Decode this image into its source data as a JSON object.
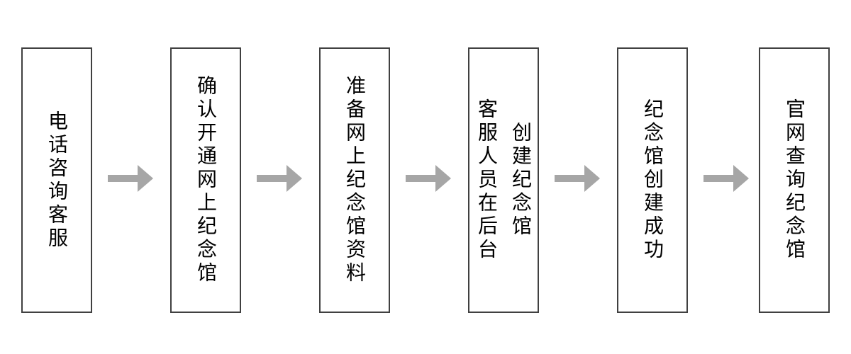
{
  "diagram": {
    "type": "flowchart",
    "direction": "left-to-right",
    "steps": [
      {
        "id": 1,
        "label": "电话咨询客服",
        "lines": [
          "电话咨询客服"
        ]
      },
      {
        "id": 2,
        "label": "确认开通网上纪念馆",
        "lines": [
          "确认开通网上纪念馆"
        ]
      },
      {
        "id": 3,
        "label": "准备网上纪念馆资料",
        "lines": [
          "准备网上纪念馆资料"
        ]
      },
      {
        "id": 4,
        "label": "客服人员在后台创建纪念馆",
        "lines": [
          "客服人员在后台",
          "创建纪念馆"
        ]
      },
      {
        "id": 5,
        "label": "纪念馆创建成功",
        "lines": [
          "纪念馆创建成功"
        ]
      },
      {
        "id": 6,
        "label": "官网查询纪念馆",
        "lines": [
          "官网查询纪念馆"
        ]
      }
    ],
    "connector_icon": "right-block-arrow"
  },
  "colors": {
    "background": "#ffffff",
    "box_border": "#404040",
    "box_fill": "#ffffff",
    "arrow": "#a6a6a6",
    "text": "#000000"
  }
}
